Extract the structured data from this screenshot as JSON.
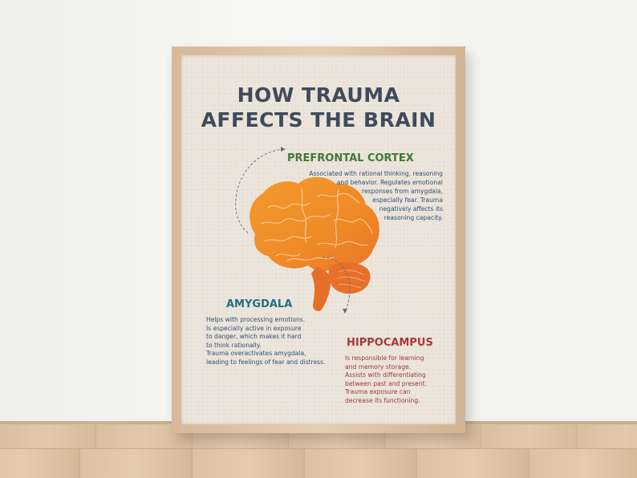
{
  "poster": {
    "title_lines": [
      "HOW TRAUMA",
      "AFFECTS THE BRAIN"
    ],
    "sections": {
      "prefrontal_cortex": {
        "heading": "PREFRONTAL CORTEX",
        "lines": [
          "Associated with rational thinking, reasoning",
          "and behavior. Regulates emotional",
          "responses from amygdala,",
          "especially fear. Trauma",
          "negatively affects its",
          "reasoning capacity."
        ]
      },
      "amygdala": {
        "heading": "AMYGDALA",
        "lines": [
          "Helps with processing emotions.",
          "Is especially active in exposure",
          "to danger, which makes it hard",
          "to think rationally.",
          "Trauma overactivates amygdala,",
          "leading to feelings of fear and distress."
        ]
      },
      "hippocampus": {
        "heading": "HIPPOCAMPUS",
        "lines": [
          "Is responsible for learning",
          "and memory storage.",
          "Assists with differentiating",
          "between past and present.",
          "Trauma exposure can",
          "decrease its functioning."
        ]
      }
    },
    "colors": {
      "title": "#3f4a5c",
      "prefrontal": "#3f7a34",
      "amygdala": "#1e6f87",
      "hippocampus": "#a63a35",
      "brain": "#f08a2a"
    }
  }
}
